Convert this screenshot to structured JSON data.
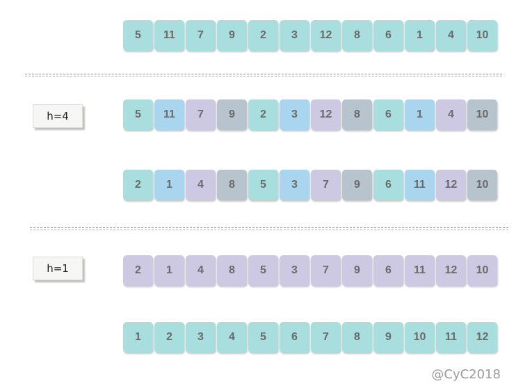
{
  "colors": {
    "teal": "#a8dedd",
    "blue": "#a9d6ee",
    "lavender": "#cdc9e2",
    "slate": "#b7c3cd"
  },
  "labels": {
    "gap4": "h=4",
    "gap1": "h=1"
  },
  "rows": [
    {
      "name": "row-initial",
      "values": [
        5,
        11,
        7,
        9,
        2,
        3,
        12,
        8,
        6,
        1,
        4,
        10
      ],
      "colors": [
        "teal",
        "teal",
        "teal",
        "teal",
        "teal",
        "teal",
        "teal",
        "teal",
        "teal",
        "teal",
        "teal",
        "teal"
      ]
    },
    {
      "name": "row-h4-groups",
      "values": [
        5,
        11,
        7,
        9,
        2,
        3,
        12,
        8,
        6,
        1,
        4,
        10
      ],
      "colors": [
        "teal",
        "blue",
        "lavender",
        "slate",
        "teal",
        "blue",
        "lavender",
        "slate",
        "teal",
        "blue",
        "lavender",
        "slate"
      ]
    },
    {
      "name": "row-h4-sorted",
      "values": [
        2,
        1,
        4,
        8,
        5,
        3,
        7,
        9,
        6,
        11,
        12,
        10
      ],
      "colors": [
        "teal",
        "blue",
        "lavender",
        "slate",
        "teal",
        "blue",
        "lavender",
        "slate",
        "teal",
        "blue",
        "lavender",
        "slate"
      ]
    },
    {
      "name": "row-h1-groups",
      "values": [
        2,
        1,
        4,
        8,
        5,
        3,
        7,
        9,
        6,
        11,
        12,
        10
      ],
      "colors": [
        "lavender",
        "lavender",
        "lavender",
        "lavender",
        "lavender",
        "lavender",
        "lavender",
        "lavender",
        "lavender",
        "lavender",
        "lavender",
        "lavender"
      ]
    },
    {
      "name": "row-final-sorted",
      "values": [
        1,
        2,
        3,
        4,
        5,
        6,
        7,
        8,
        9,
        10,
        11,
        12
      ],
      "colors": [
        "teal",
        "teal",
        "teal",
        "teal",
        "teal",
        "teal",
        "teal",
        "teal",
        "teal",
        "teal",
        "teal",
        "teal"
      ]
    }
  ],
  "watermark": "@CyC2018"
}
